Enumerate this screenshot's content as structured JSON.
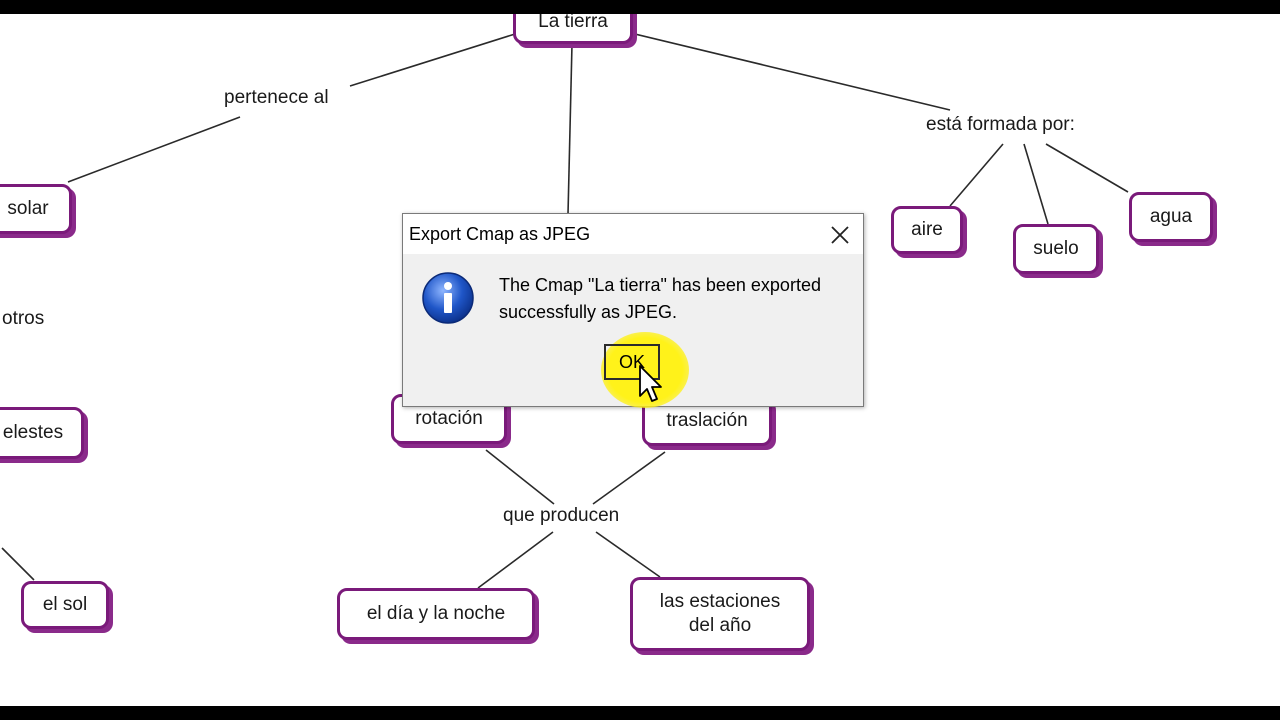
{
  "concept_map": {
    "nodes": {
      "la_tierra": "La tierra",
      "solar": "solar",
      "celestes": "elestes",
      "el_sol": "el sol",
      "rotacion": "rotación",
      "traslacion": "traslación",
      "dia_noche": "el día y la noche",
      "estaciones": "las estaciones\ndel año",
      "aire": "aire",
      "suelo": "suelo",
      "agua": "agua"
    },
    "phrases": {
      "pertenece": "pertenece al",
      "formada": "está formada por:",
      "otros": "otros",
      "producen": "que producen"
    }
  },
  "dialog": {
    "title": "Export Cmap as JPEG",
    "message": "The Cmap \"La tierra\" has been exported\nsuccessfully as JPEG.",
    "ok_label": "OK",
    "icon": "info-icon",
    "close_icon": "close-icon"
  },
  "colors": {
    "node_border": "#7a1a7a",
    "highlight": "#fff21a",
    "info_blue": "#1f56c8"
  }
}
